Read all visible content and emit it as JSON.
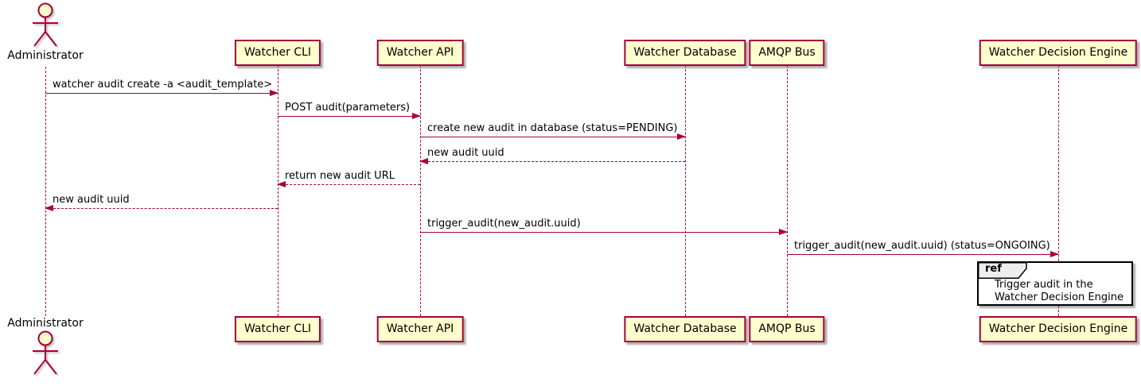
{
  "diagram_type": "sequence-diagram",
  "colors": {
    "participant_fill": "#FEFECE",
    "participant_border": "#A80036",
    "line_color": "#A80036",
    "text_color": "#000000",
    "ref_border": "#000000",
    "ref_header_fill": "#EEEEEE"
  },
  "participants": [
    {
      "id": "administrator",
      "label": "Administrator",
      "type": "actor"
    },
    {
      "id": "watcher-cli",
      "label": "Watcher CLI",
      "type": "participant"
    },
    {
      "id": "watcher-api",
      "label": "Watcher API",
      "type": "participant"
    },
    {
      "id": "watcher-database",
      "label": "Watcher Database",
      "type": "participant"
    },
    {
      "id": "amqp-bus",
      "label": "AMQP Bus",
      "type": "participant"
    },
    {
      "id": "watcher-decision-engine",
      "label": "Watcher Decision Engine",
      "type": "participant"
    }
  ],
  "messages": [
    {
      "from": "Administrator",
      "to": "Watcher CLI",
      "label": "watcher audit create -a <audit_template>",
      "style": "solid",
      "direction": "right"
    },
    {
      "from": "Watcher CLI",
      "to": "Watcher API",
      "label": "POST audit(parameters)",
      "style": "solid",
      "direction": "right"
    },
    {
      "from": "Watcher API",
      "to": "Watcher Database",
      "label": "create new audit in database (status=PENDING)",
      "style": "solid",
      "direction": "right"
    },
    {
      "from": "Watcher Database",
      "to": "Watcher API",
      "label": "new audit uuid",
      "style": "dashed",
      "direction": "left"
    },
    {
      "from": "Watcher API",
      "to": "Watcher CLI",
      "label": "return new audit URL",
      "style": "dashed",
      "direction": "left"
    },
    {
      "from": "Watcher CLI",
      "to": "Administrator",
      "label": "new audit uuid",
      "style": "dashed",
      "direction": "left"
    },
    {
      "from": "Watcher API",
      "to": "AMQP Bus",
      "label": "trigger_audit(new_audit.uuid)",
      "style": "solid",
      "direction": "right"
    },
    {
      "from": "AMQP Bus",
      "to": "Watcher Decision Engine",
      "label": "trigger_audit(new_audit.uuid) (status=ONGOING)",
      "style": "solid",
      "direction": "right"
    }
  ],
  "ref_fragment": {
    "keyword": "ref",
    "over": "Watcher Decision Engine",
    "lines": [
      "Trigger audit in the",
      "Watcher Decision Engine"
    ]
  }
}
